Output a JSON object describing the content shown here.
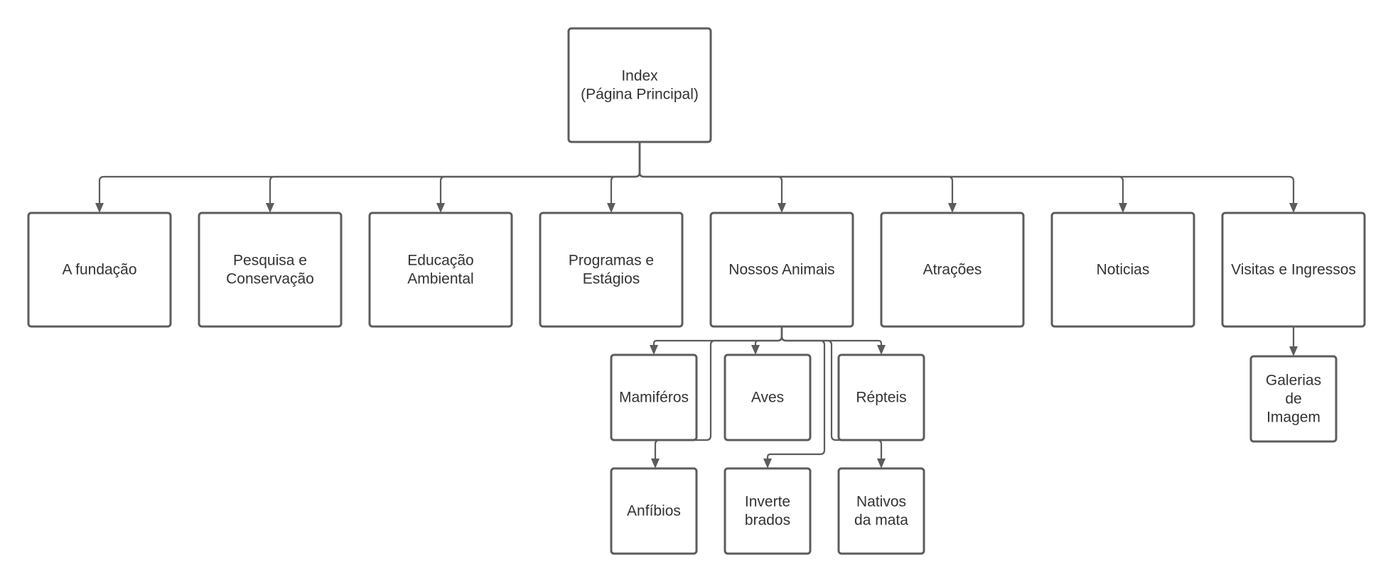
{
  "diagram": {
    "colors": {
      "stroke": "#5c5c5c",
      "text": "#333333",
      "background": "#ffffff",
      "node_fill": "#ffffff"
    },
    "nodes": {
      "index": [
        "Index",
        "(Página Principal)"
      ],
      "fundacao": [
        "A fundação"
      ],
      "pesquisa": [
        "Pesquisa e",
        "Conservação"
      ],
      "educacao": [
        "Educação",
        "Ambiental"
      ],
      "programas": [
        "Programas e",
        "Estágios"
      ],
      "animais": [
        "Nossos Animais"
      ],
      "atracoes": [
        "Atrações"
      ],
      "noticias": [
        "Noticias"
      ],
      "visitas": [
        "Visitas e Ingressos"
      ],
      "mamiferos": [
        "Mamiféros"
      ],
      "aves": [
        "Aves"
      ],
      "repteis": [
        "Répteis"
      ],
      "anfibios": [
        "Anfíbios"
      ],
      "invertebrados": [
        "Inverte",
        "brados"
      ],
      "nativos": [
        "Nativos",
        "da mata"
      ],
      "galerias": [
        "Galerias",
        "de",
        "Imagem"
      ]
    },
    "edges": [
      [
        "index",
        "fundacao"
      ],
      [
        "index",
        "pesquisa"
      ],
      [
        "index",
        "educacao"
      ],
      [
        "index",
        "programas"
      ],
      [
        "index",
        "animais"
      ],
      [
        "index",
        "atracoes"
      ],
      [
        "index",
        "noticias"
      ],
      [
        "index",
        "visitas"
      ],
      [
        "animais",
        "mamiferos"
      ],
      [
        "animais",
        "aves"
      ],
      [
        "animais",
        "repteis"
      ],
      [
        "animais",
        "anfibios"
      ],
      [
        "animais",
        "invertebrados"
      ],
      [
        "animais",
        "nativos"
      ],
      [
        "visitas",
        "galerias"
      ]
    ]
  }
}
